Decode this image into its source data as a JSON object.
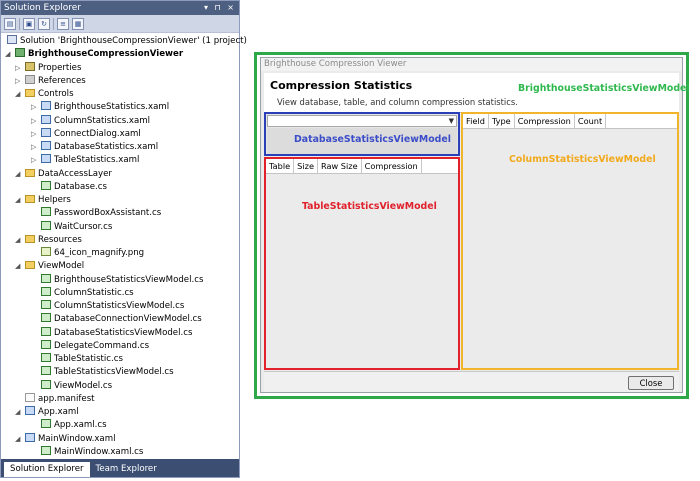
{
  "solution_explorer": {
    "title": "Solution Explorer",
    "title_buttons": "▾ ⊓ ×",
    "toolbar": [
      "properties-icon",
      "show-all-files-icon",
      "refresh-icon",
      "view-code-icon",
      "view-designer-icon"
    ],
    "tree": [
      {
        "label": "Solution 'BrighthouseCompressionViewer' (1 project)",
        "icon": "solution-icon",
        "indent": 0,
        "expander": ""
      },
      {
        "label": "BrighthouseCompressionViewer",
        "icon": "project-icon",
        "indent": 1,
        "expander": "◢",
        "bold": true
      },
      {
        "label": "Properties",
        "icon": "properties-folder-icon",
        "indent": 2,
        "expander": "▷"
      },
      {
        "label": "References",
        "icon": "references-icon",
        "indent": 2,
        "expander": "▷"
      },
      {
        "label": "Controls",
        "icon": "folder-icon",
        "indent": 2,
        "expander": "◢"
      },
      {
        "label": "BrighthouseStatistics.xaml",
        "icon": "xaml-file-icon",
        "indent": 3,
        "expander": "▷"
      },
      {
        "label": "ColumnStatistics.xaml",
        "icon": "xaml-file-icon",
        "indent": 3,
        "expander": "▷"
      },
      {
        "label": "ConnectDialog.xaml",
        "icon": "xaml-file-icon",
        "indent": 3,
        "expander": "▷"
      },
      {
        "label": "DatabaseStatistics.xaml",
        "icon": "xaml-file-icon",
        "indent": 3,
        "expander": "▷"
      },
      {
        "label": "TableStatistics.xaml",
        "icon": "xaml-file-icon",
        "indent": 3,
        "expander": "▷"
      },
      {
        "label": "DataAccessLayer",
        "icon": "folder-icon",
        "indent": 2,
        "expander": "◢"
      },
      {
        "label": "Database.cs",
        "icon": "cs-file-icon",
        "indent": 3,
        "expander": ""
      },
      {
        "label": "Helpers",
        "icon": "folder-icon",
        "indent": 2,
        "expander": "◢"
      },
      {
        "label": "PasswordBoxAssistant.cs",
        "icon": "cs-file-icon",
        "indent": 3,
        "expander": ""
      },
      {
        "label": "WaitCursor.cs",
        "icon": "cs-file-icon",
        "indent": 3,
        "expander": ""
      },
      {
        "label": "Resources",
        "icon": "folder-icon",
        "indent": 2,
        "expander": "◢"
      },
      {
        "label": "64_icon_magnify.png",
        "icon": "png-file-icon",
        "indent": 3,
        "expander": ""
      },
      {
        "label": "ViewModel",
        "icon": "folder-icon",
        "indent": 2,
        "expander": "◢"
      },
      {
        "label": "BrighthouseStatisticsViewModel.cs",
        "icon": "cs-file-icon",
        "indent": 3,
        "expander": ""
      },
      {
        "label": "ColumnStatistic.cs",
        "icon": "cs-file-icon",
        "indent": 3,
        "expander": ""
      },
      {
        "label": "ColumnStatisticsViewModel.cs",
        "icon": "cs-file-icon",
        "indent": 3,
        "expander": ""
      },
      {
        "label": "DatabaseConnectionViewModel.cs",
        "icon": "cs-file-icon",
        "indent": 3,
        "expander": ""
      },
      {
        "label": "DatabaseStatisticsViewModel.cs",
        "icon": "cs-file-icon",
        "indent": 3,
        "expander": ""
      },
      {
        "label": "DelegateCommand.cs",
        "icon": "cs-file-icon",
        "indent": 3,
        "expander": ""
      },
      {
        "label": "TableStatistic.cs",
        "icon": "cs-file-icon",
        "indent": 3,
        "expander": ""
      },
      {
        "label": "TableStatisticsViewModel.cs",
        "icon": "cs-file-icon",
        "indent": 3,
        "expander": ""
      },
      {
        "label": "ViewModel.cs",
        "icon": "cs-file-icon",
        "indent": 3,
        "expander": ""
      },
      {
        "label": "app.manifest",
        "icon": "file-icon",
        "indent": 2,
        "expander": ""
      },
      {
        "label": "App.xaml",
        "icon": "xaml-file-icon",
        "indent": 2,
        "expander": "◢"
      },
      {
        "label": "App.xaml.cs",
        "icon": "cs-file-icon",
        "indent": 3,
        "expander": ""
      },
      {
        "label": "MainWindow.xaml",
        "icon": "xaml-file-icon",
        "indent": 2,
        "expander": "◢"
      },
      {
        "label": "MainWindow.xaml.cs",
        "icon": "cs-file-icon",
        "indent": 3,
        "expander": ""
      }
    ],
    "tabs": [
      "Solution Explorer",
      "Team Explorer"
    ]
  },
  "viewer": {
    "title": "Brighthouse Compression Viewer",
    "heading": "Compression Statistics",
    "subtitle": "View database, table, and column compression statistics.",
    "brighthouse_vm": "BrighthouseStatisticsViewModel",
    "database_vm": "DatabaseStatisticsViewModel",
    "table_vm": "TableStatisticsViewModel",
    "column_vm": "ColumnStatisticsViewModel",
    "database_combo_value": "",
    "table_columns": [
      "Table",
      "Size",
      "Raw Size",
      "Compression"
    ],
    "column_columns": [
      "Field",
      "Type",
      "Compression",
      "Count"
    ],
    "close_label": "Close"
  },
  "colors": {
    "brighthouse_vm": "#2fa84a",
    "database_vm": "#2a3fb8",
    "table_vm": "#e0202a",
    "column_vm": "#f2b42a"
  }
}
